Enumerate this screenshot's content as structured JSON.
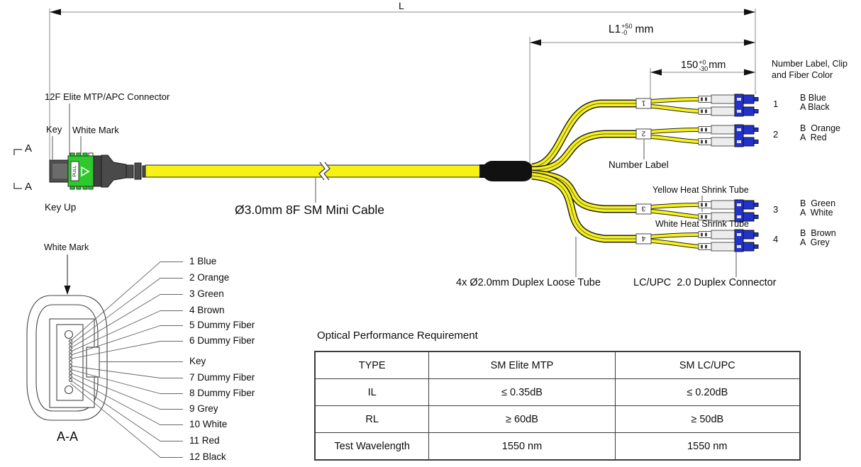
{
  "diagram": {
    "dimensions": {
      "L": "L",
      "L1": {
        "base": "L1",
        "tol_plus": "+50",
        "tol_minus": "-0",
        "unit": "mm"
      },
      "len150": {
        "base": "150",
        "tol_plus": "+0",
        "tol_minus": "-30",
        "unit": "mm"
      }
    },
    "labels": {
      "mtp_connector": "12F Elite MTP/APC Connector",
      "key": "Key",
      "white_mark": "White Mark",
      "key_up": "Key Up",
      "section_a_top": "A",
      "section_a_bottom": "A",
      "cable": "Ø3.0mm 8F SM Mini Cable",
      "number_label": "Number Label",
      "number_label_clip_line1": "Number Label, Clip",
      "number_label_clip_line2": "and Fiber Color",
      "yellow_heat_shrink": "Yellow Heat Shrink Tube",
      "white_heat_shrink": "White Heat Shrink Tube",
      "loose_tube": "4x Ø2.0mm Duplex Loose Tube",
      "lc_connector": "LC/UPC  2.0 Duplex Connector",
      "pull_tab": "PULL"
    },
    "legs": [
      {
        "number": "1",
        "b": "B Blue",
        "a": "A Black"
      },
      {
        "number": "2",
        "b": "B  Orange",
        "a": "A  Red"
      },
      {
        "number": "3",
        "b": "B  Green",
        "a": "A  White"
      },
      {
        "number": "4",
        "b": "B  Brown",
        "a": "A  Grey"
      }
    ],
    "cross_section": {
      "title": "A-A",
      "white_mark": "White Mark",
      "fibers": [
        "1 Blue",
        "2 Orange",
        "3 Green",
        "4 Brown",
        "5 Dummy Fiber",
        "6 Dummy Fiber",
        "Key",
        "7 Dummy Fiber",
        "8 Dummy Fiber",
        "9 Grey",
        "10 White",
        "11 Red",
        "12 Black"
      ]
    }
  },
  "table": {
    "title": "Optical Performance Requirement",
    "headers": [
      "TYPE",
      "SM Elite MTP",
      "SM LC/UPC"
    ],
    "rows": [
      [
        "IL",
        "≤ 0.35dB",
        "≤ 0.20dB"
      ],
      [
        "RL",
        "≥ 60dB",
        "≥ 50dB"
      ],
      [
        "Test Wavelength",
        "1550 nm",
        "1550 nm"
      ]
    ]
  },
  "colors": {
    "cable_yellow": "#f7f216",
    "connector_green": "#2fc82f",
    "lc_blue": "#2233cc",
    "housing_gray": "#4a4a4a",
    "line": "#3c3c3c"
  }
}
